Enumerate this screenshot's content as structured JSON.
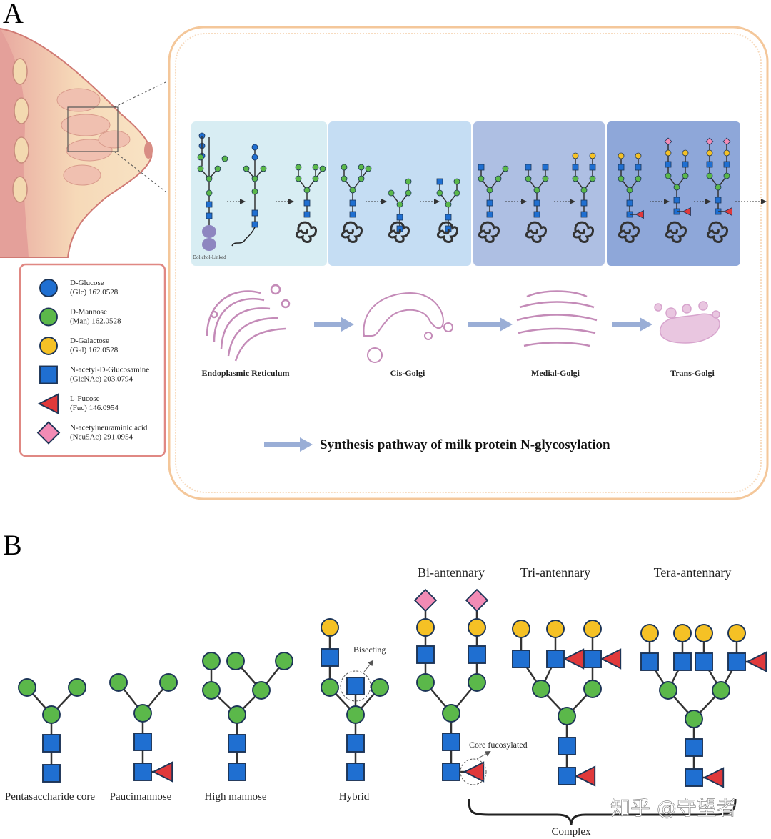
{
  "panels": {
    "a": "A",
    "b": "B"
  },
  "legend": [
    {
      "name": "D-Glucose",
      "detail": "(Glc) 162.0528",
      "shape": "circle",
      "color": "#1f6fd1"
    },
    {
      "name": "D-Mannose",
      "detail": "(Man) 162.0528",
      "shape": "circle",
      "color": "#5bb84a"
    },
    {
      "name": "D-Galactose",
      "detail": "(Gal) 162.0528",
      "shape": "circle",
      "color": "#f5c125"
    },
    {
      "name": "N-acetyl-D-Glucosamine",
      "detail": "(GlcNAc) 203.0794",
      "shape": "square",
      "color": "#1f6fd1"
    },
    {
      "name": "L-Fucose",
      "detail": "(Fuc) 146.0954",
      "shape": "triangle",
      "color": "#e0393b"
    },
    {
      "name": "N-acetylneuraminic acid",
      "detail": "(Neu5Ac) 291.0954",
      "shape": "diamond",
      "color": "#f28bb5"
    }
  ],
  "pathway": {
    "dolichol_label": "Dolichol-Linked",
    "stages": [
      "Endoplasmic Reticulum",
      "Cis-Golgi",
      "Medial-Golgi",
      "Trans-Golgi"
    ],
    "caption": "Synthesis pathway of milk protein N-glycosylation"
  },
  "structures": {
    "labels": [
      "Pentasaccharide core",
      "Paucimannose",
      "High mannose",
      "Hybrid"
    ],
    "complex_heads": [
      "Bi-antennary",
      "Tri-antennary",
      "Tera-antennary"
    ],
    "bisecting": "Bisecting",
    "core_fucosylated": "Core fucosylated",
    "complex": "Complex"
  },
  "colors": {
    "glcnac": "#1f6fd1",
    "mannose": "#5bb84a",
    "galactose": "#f5c125",
    "fucose": "#e0393b",
    "sialic": "#f28bb5",
    "glucose": "#1f6fd1",
    "organelle": "#c48bb8",
    "arrow": "#9aaed6"
  },
  "watermark": "知乎 @守望者"
}
